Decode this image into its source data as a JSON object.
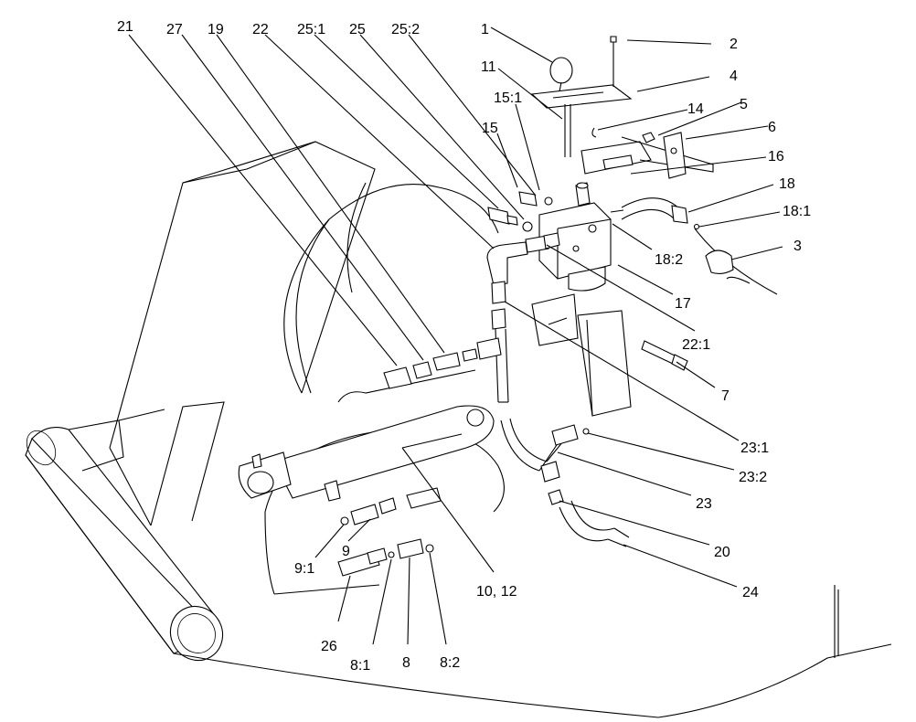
{
  "diagram": {
    "callouts": [
      {
        "id": "c21",
        "label": "21"
      },
      {
        "id": "c27",
        "label": "27"
      },
      {
        "id": "c19",
        "label": "19"
      },
      {
        "id": "c22",
        "label": "22"
      },
      {
        "id": "c25_1",
        "label": "25:1"
      },
      {
        "id": "c25",
        "label": "25"
      },
      {
        "id": "c25_2",
        "label": "25:2"
      },
      {
        "id": "c1",
        "label": "1"
      },
      {
        "id": "c2",
        "label": "2"
      },
      {
        "id": "c11",
        "label": "11"
      },
      {
        "id": "c4",
        "label": "4"
      },
      {
        "id": "c15_1",
        "label": "15:1"
      },
      {
        "id": "c14",
        "label": "14"
      },
      {
        "id": "c5",
        "label": "5"
      },
      {
        "id": "c15",
        "label": "15"
      },
      {
        "id": "c6",
        "label": "6"
      },
      {
        "id": "c16",
        "label": "16"
      },
      {
        "id": "c18",
        "label": "18"
      },
      {
        "id": "c18_1",
        "label": "18:1"
      },
      {
        "id": "c3",
        "label": "3"
      },
      {
        "id": "c18_2",
        "label": "18:2"
      },
      {
        "id": "c17",
        "label": "17"
      },
      {
        "id": "c22_1",
        "label": "22:1"
      },
      {
        "id": "c7",
        "label": "7"
      },
      {
        "id": "c23_1",
        "label": "23:1"
      },
      {
        "id": "c23_2",
        "label": "23:2"
      },
      {
        "id": "c23",
        "label": "23"
      },
      {
        "id": "c20",
        "label": "20"
      },
      {
        "id": "c24",
        "label": "24"
      },
      {
        "id": "c10_12",
        "label": "10, 12"
      },
      {
        "id": "c9_1",
        "label": "9:1"
      },
      {
        "id": "c9",
        "label": "9"
      },
      {
        "id": "c26",
        "label": "26"
      },
      {
        "id": "c8_1",
        "label": "8:1"
      },
      {
        "id": "c8",
        "label": "8"
      },
      {
        "id": "c8_2",
        "label": "8:2"
      }
    ]
  }
}
